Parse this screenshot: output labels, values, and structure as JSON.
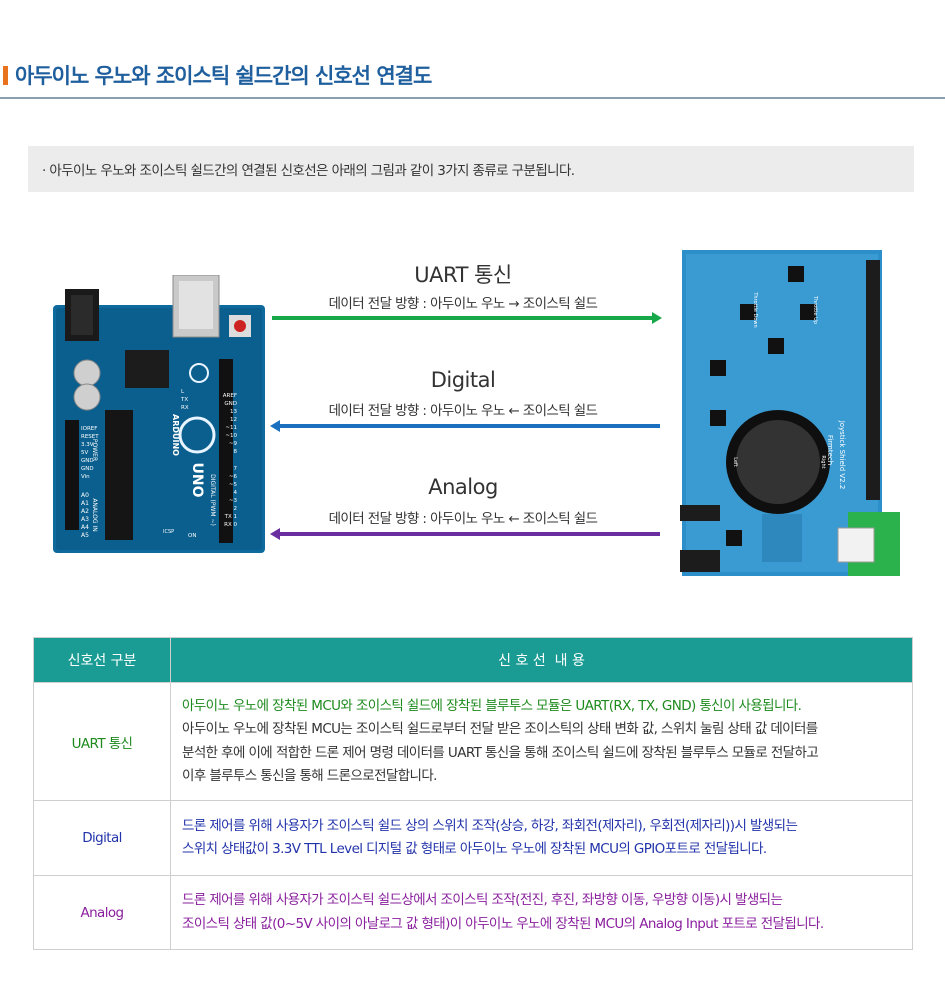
{
  "header": {
    "title": "아두이노 우노와 조이스틱 쉴드간의 신호선 연결도"
  },
  "intro": {
    "text": "· 아두이노 우노와 조이스틱 쉴드간의 연결된 신호선은 아래의 그림과 같이 3가지 종류로 구분됩니다."
  },
  "diagram": {
    "uart": {
      "title": "UART 통신",
      "direction": "데이터 전달 방향 : 아두이노 우노 → 조이스틱 쉴드",
      "color": "#17a84a"
    },
    "digital": {
      "title": "Digital",
      "direction": "데이터 전달 방향 : 아두이노 우노 ← 조이스틱 쉴드",
      "color": "#1b6fbf"
    },
    "analog": {
      "title": "Analog",
      "direction": "데이터 전달 방향 : 아두이노 우노 ← 조이스틱 쉴드",
      "color": "#6a2ea0"
    }
  },
  "table": {
    "headers": [
      "신호선 구분",
      "신 호 선  내 용"
    ],
    "rows": [
      {
        "type": "UART 통신",
        "lines": [
          "아두이노 우노에 장착된 MCU와 조이스틱 쉴드에 장착된 블루투스 모듈은 UART(RX, TX, GND) 통신이 사용됩니다.",
          "아두이노 우노에 장착된 MCU는 조이스틱 쉴드로부터 전달 받은 조이스틱의 상태 변화 값, 스위치 눌림 상태 값 데이터를",
          "분석한 후에 이에 적합한 드론 제어 명령 데이터를 UART 통신을 통해 조이스틱 쉴드에 장착된 블루투스 모듈로 전달하고",
          "이후 블루투스 통신을 통해 드론으로전달합니다."
        ]
      },
      {
        "type": "Digital",
        "lines": [
          "드론 제어를 위해 사용자가 조이스틱 쉴드 상의 스위치 조작(상승, 하강, 좌회전(제자리), 우회전(제자리))시 발생되는",
          "스위치 상태값이 3.3V TTL Level 디지털 값 형태로 아두이노 우노에 장착된 MCU의 GPIO포트로 전달됩니다."
        ]
      },
      {
        "type": "Analog",
        "lines": [
          "드론 제어를 위해 사용자가 조이스틱 쉴드상에서 조이스틱 조작(전진, 후진, 좌방향 이동, 우방향 이동)시 발생되는",
          "조이스틱 상태 값(0~5V 사이의 아날로그 값 형태)이 아두이노 우노에 장착된 MCU의 Analog Input 포트로 전달됩니다."
        ]
      }
    ]
  },
  "arduino_board": {
    "silkscreen": [
      "UNO",
      "ARDUINO",
      "DIGITAL (PWM ~)",
      "POWER",
      "ANALOG IN",
      "AREF",
      "GND",
      "13",
      "12",
      "~11",
      "~10",
      "~9",
      "8",
      "7",
      "~6",
      "~5",
      "4",
      "~3",
      "2",
      "TX 1",
      "RX 0",
      "IOREF",
      "RESET",
      "3.3V",
      "5V",
      "GND",
      "GND",
      "Vin",
      "A0",
      "A1",
      "A2",
      "A3",
      "A4",
      "A5",
      "L",
      "TX",
      "RX",
      "ON",
      "ICSP"
    ]
  },
  "shield_board": {
    "silkscreen": [
      "Joystick Shield V2.2",
      "Firmtech",
      "Throttle Down",
      "Throttle Up",
      "Left",
      "Right"
    ]
  }
}
